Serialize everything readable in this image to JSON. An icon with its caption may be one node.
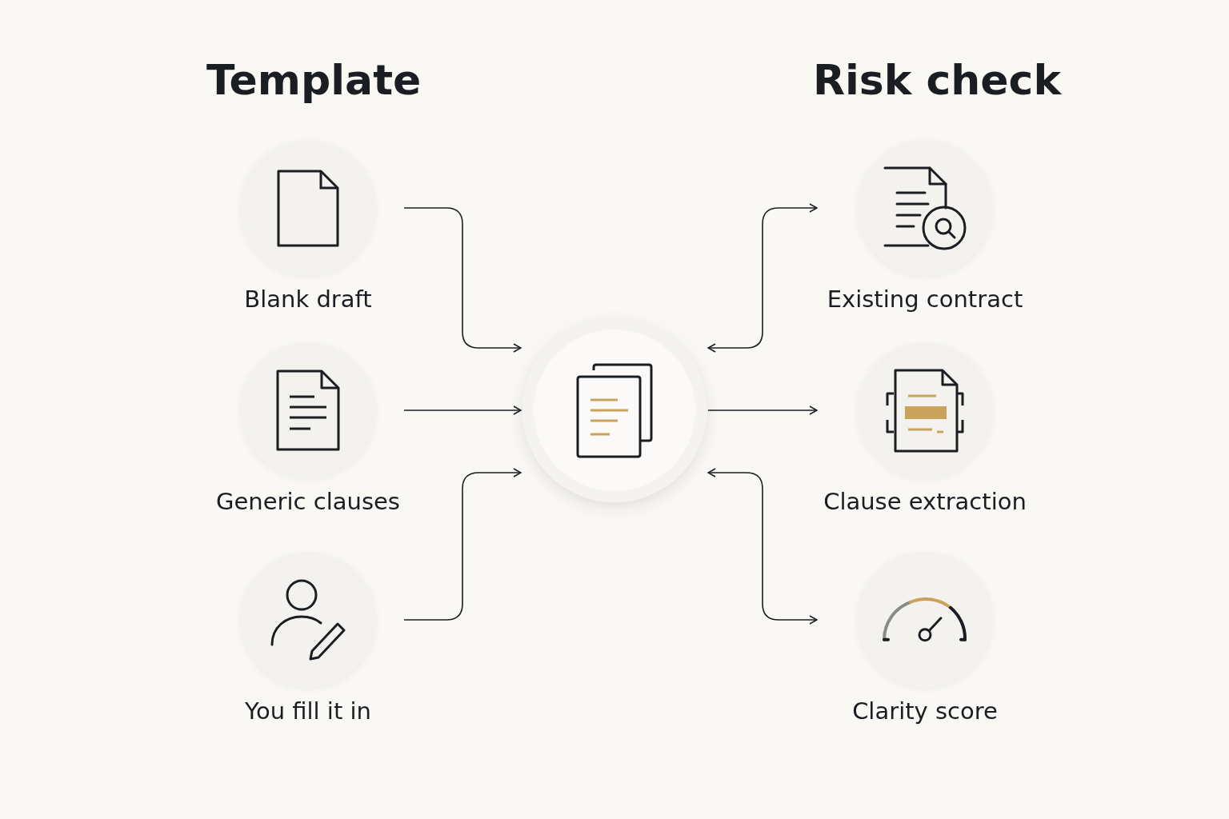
{
  "diagram": {
    "nodes": [
      {
        "text": [
          "Blank draft"
        ]
      },
      {
        "text": [
          "Generic clauses"
        ]
      },
      {
        "text": [
          "You fill it in"
        ]
      },
      {
        "text": [],
        "shape": "circle"
      },
      {
        "text": [
          "Existing contract"
        ]
      },
      {
        "text": [
          "Clause extraction"
        ]
      },
      {
        "text": [
          "Clarity score"
        ]
      }
    ],
    "edges": [
      {
        "from": 0,
        "to": 3,
        "arrow": "to"
      },
      {
        "from": 1,
        "to": 3,
        "arrow": "to"
      },
      {
        "from": 2,
        "to": 3,
        "arrow": "to"
      },
      {
        "from": 3,
        "to": 4,
        "arrow": "both"
      },
      {
        "from": 3,
        "to": 5,
        "arrow": "to"
      },
      {
        "from": 3,
        "to": 6,
        "arrow": "both"
      }
    ],
    "labels": [
      "Template",
      "Risk check"
    ]
  }
}
